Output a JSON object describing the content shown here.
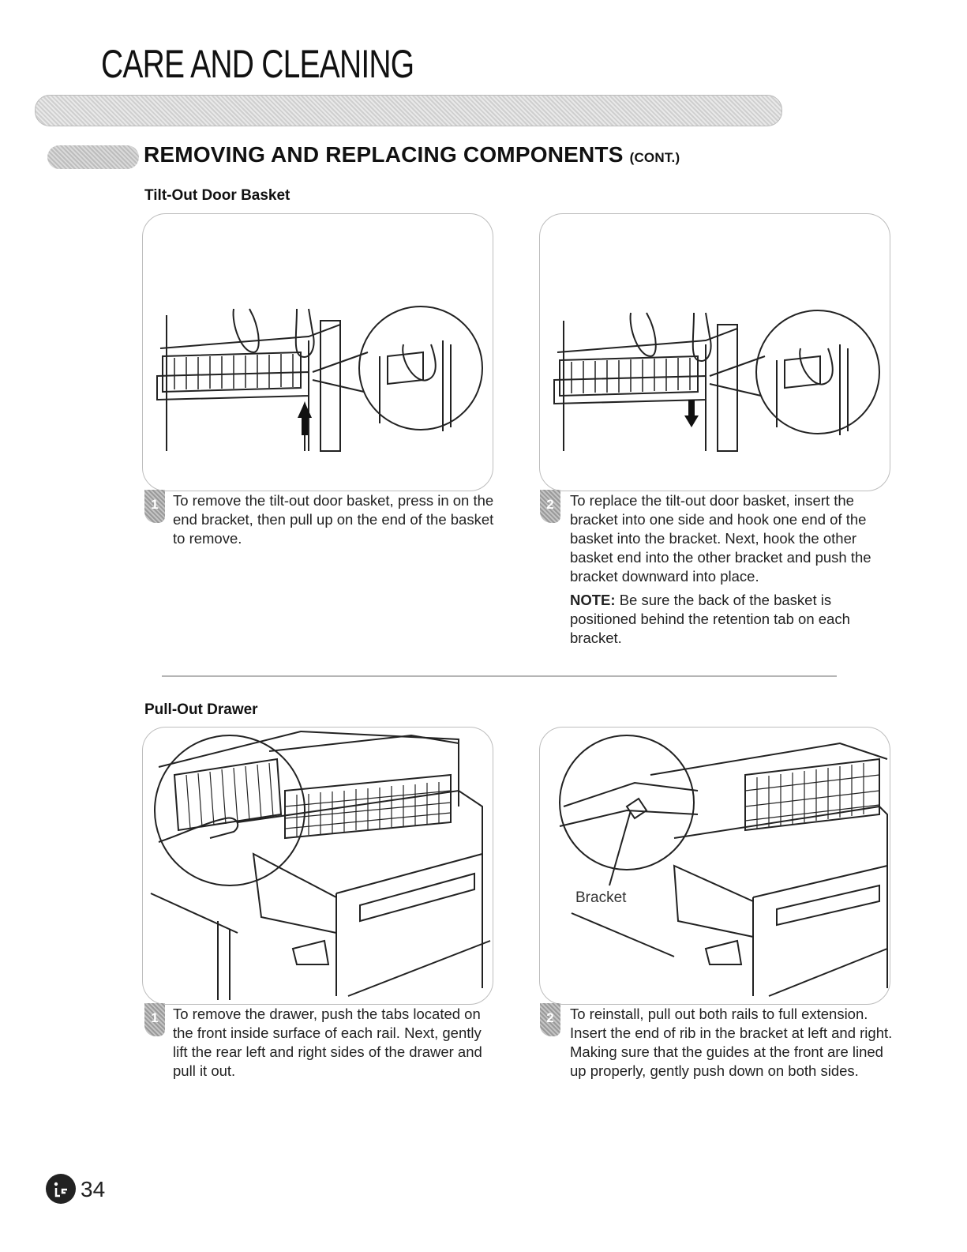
{
  "header": {
    "page_title": "CARE AND CLEANING",
    "section_title": "REMOVING AND REPLACING COMPONENTS",
    "section_suffix": "(CONT.)"
  },
  "tilt_out": {
    "heading": "Tilt-Out Door Basket",
    "step1": {
      "number": "1",
      "text": "To remove the tilt-out door basket, press in on the end bracket, then pull up on the end of the basket to remove."
    },
    "step2": {
      "number": "2",
      "text": "To replace the tilt-out door basket, insert the bracket into one side and hook one end of the basket into the bracket. Next, hook the other basket end into the other bracket and push the bracket downward into place.",
      "note_label": "NOTE:",
      "note_text": " Be sure the back of the basket is positioned behind the retention tab on each bracket."
    }
  },
  "pull_out": {
    "heading": "Pull-Out Drawer",
    "bracket_label": "Bracket",
    "step1": {
      "number": "1",
      "text": "To remove the drawer, push the tabs located on the front inside surface of each rail. Next, gently lift the rear left and right sides of the drawer and pull it out."
    },
    "step2": {
      "number": "2",
      "text": "To reinstall, pull out both rails to full extension. Insert the end of rib in the bracket at left and right. Making sure that the guides at the front are lined up properly, gently push down on both sides."
    }
  },
  "footer": {
    "page_number": "34"
  }
}
